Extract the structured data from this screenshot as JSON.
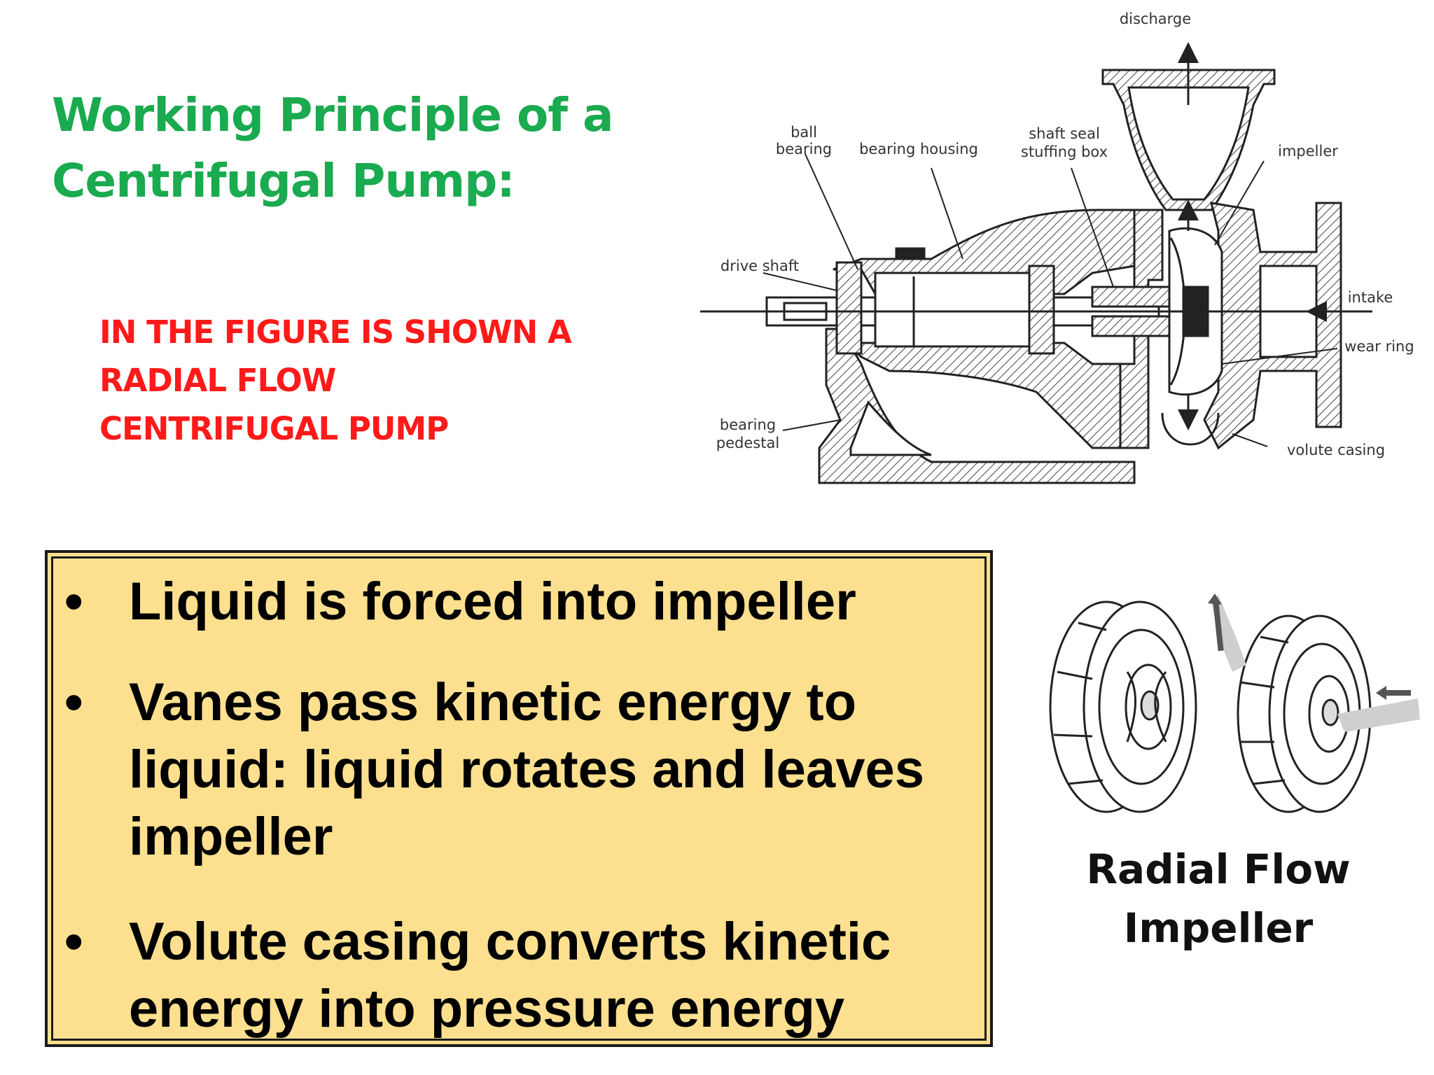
{
  "title": {
    "line1": "Working Principle of a",
    "line2": "Centrifugal Pump:"
  },
  "subtitle": {
    "line1": "IN THE FIGURE IS SHOWN  A",
    "line2": "RADIAL FLOW",
    "line3": "CENTRIFUGAL PUMP"
  },
  "diagram_labels": {
    "discharge": "discharge",
    "ball": "ball",
    "bearing": "bearing",
    "bearing_housing": "bearing housing",
    "shaft_seal": "shaft seal",
    "stuffing_box": "stuffing box",
    "impeller": "impeller",
    "drive_shaft": "drive shaft",
    "intake": "intake",
    "wear_ring": "wear ring",
    "bearing2": "bearing",
    "pedestal": "pedestal",
    "volute_casing": "volute casing"
  },
  "bullets": [
    {
      "symbol": "•",
      "lines": [
        "Liquid is forced into impeller"
      ]
    },
    {
      "symbol": "•",
      "lines": [
        "Vanes pass kinetic energy to",
        "liquid: liquid rotates and leaves",
        "impeller"
      ]
    },
    {
      "symbol": "•",
      "lines": [
        "Volute casing converts kinetic",
        "energy into pressure energy"
      ]
    }
  ],
  "caption": {
    "line1": "Radial Flow",
    "line2": "Impeller"
  },
  "colors": {
    "title": "#1aaa4f",
    "subtitle": "#ff1a1a",
    "box_fill": "#fde08f"
  }
}
